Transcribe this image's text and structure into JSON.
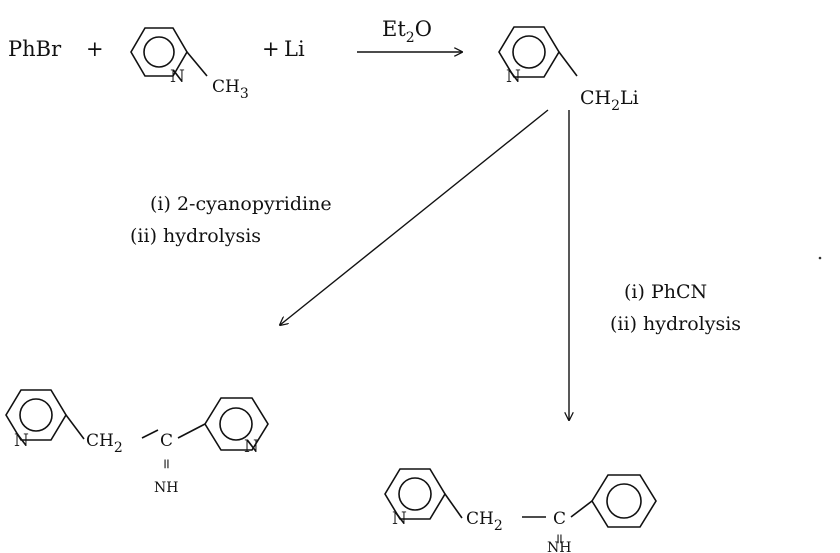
{
  "reactants": {
    "phbr": "PhBr",
    "plus1": "+",
    "plus2": "+",
    "li": "Li",
    "picoline": {
      "n": "N",
      "ch": "CH",
      "ch_sub": "3"
    }
  },
  "arrow_main": {
    "solvent": "Et",
    "solvent_sub": "2",
    "solvent_tail": "O"
  },
  "lithiated": {
    "n": "N",
    "ch": "CH",
    "ch_sub": "2",
    "li": "Li"
  },
  "route_left": {
    "step1": "(i) 2-cyanopyridine",
    "step2": "(ii) hydrolysis"
  },
  "route_right": {
    "step1": "(i) PhCN",
    "step2": "(ii) hydrolysis"
  },
  "product_left": {
    "n1": "N",
    "n2": "N",
    "ch": "CH",
    "ch_sub": "2",
    "c": "C",
    "eq": "=",
    "nh": "NH"
  },
  "product_right": {
    "n1": "N",
    "ch": "CH",
    "ch_sub": "2",
    "c": "C",
    "eq": "=",
    "nh": "NH"
  }
}
